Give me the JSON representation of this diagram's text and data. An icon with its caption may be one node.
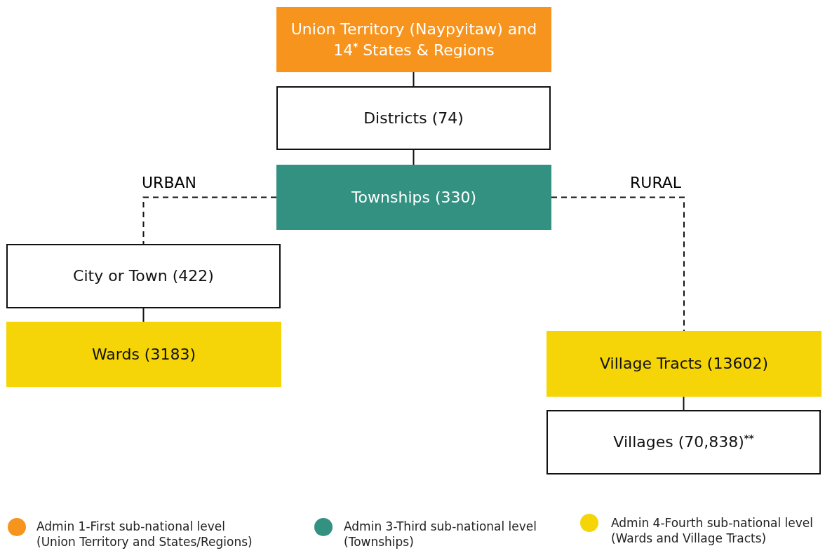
{
  "diagram": {
    "nodes": [
      {
        "text": [
          "Union Territory (Naypyitaw) and 14$^{*}$ States & Regions"
        ]
      },
      {
        "text": [
          "Districts (74)"
        ]
      },
      {
        "text": [
          "Townships (330)"
        ]
      },
      {
        "text": [
          "City or Town (422)"
        ]
      },
      {
        "text": [
          "Wards (3183)"
        ]
      },
      {
        "text": [
          "Village Tracts (13602)"
        ]
      },
      {
        "text": [
          "Villages (70,838)$^{**}$"
        ]
      }
    ],
    "edges": [
      {
        "from": 0,
        "to": 1,
        "arrow": "none"
      },
      {
        "from": 1,
        "to": 2,
        "arrow": "none"
      },
      {
        "from": 2,
        "to": 3,
        "arrow": "none",
        "label": "URBAN",
        "style": "dashed"
      },
      {
        "from": 2,
        "to": 5,
        "arrow": "none",
        "label": "RURAL",
        "style": "dashed"
      },
      {
        "from": 3,
        "to": 4,
        "arrow": "none"
      },
      {
        "from": 5,
        "to": 6,
        "arrow": "none"
      }
    ],
    "legend": [
      {
        "text": "Admin 1-First sub-national level (Union Territory and States/Regions)",
        "color": "#f7941d"
      },
      {
        "text": "Admin 3-Third sub-national level (Townships)",
        "color": "#339182"
      },
      {
        "text": "Admin 4-Fourth sub-national level (Wards and Village Tracts)",
        "color": "#f5d507"
      }
    ]
  }
}
